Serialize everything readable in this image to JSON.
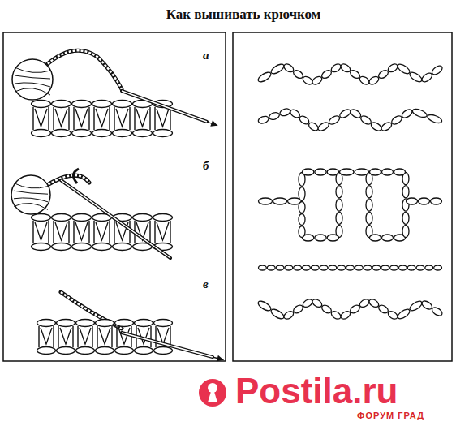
{
  "diagram": {
    "title": "Как вышивать крючком",
    "labels": [
      "а",
      "б",
      "в",
      "Postila.ru",
      "ФОРУМ ГРАД"
    ]
  }
}
